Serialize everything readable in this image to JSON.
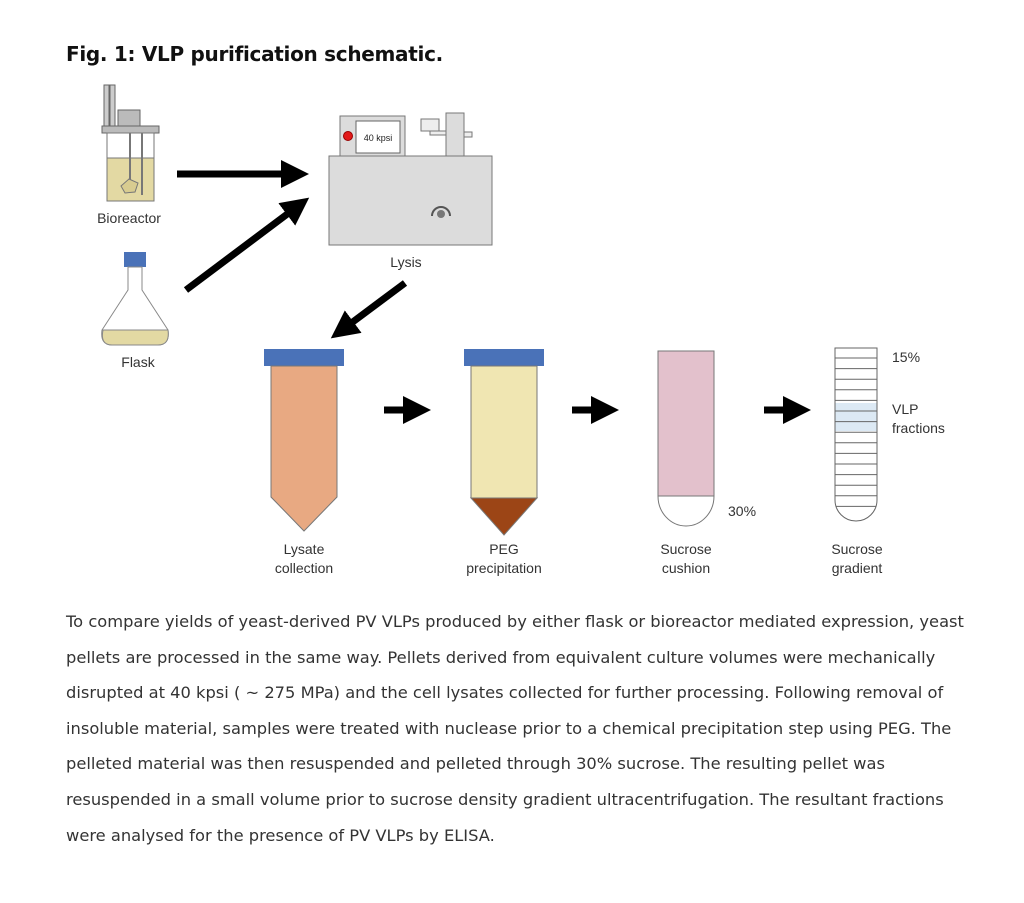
{
  "figure": {
    "title": "Fig. 1: VLP purification schematic.",
    "labels": {
      "bioreactor": "Bioreactor",
      "flask": "Flask",
      "lysis": "Lysis",
      "pressure_display": "40 kpsi",
      "lysate_1": "Lysate",
      "lysate_2": "collection",
      "peg_1": "PEG",
      "peg_2": "precipitation",
      "cushion_1": "Sucrose",
      "cushion_2": "cushion",
      "gradient_1": "Sucrose",
      "gradient_2": "gradient",
      "cushion_pct": "30%",
      "gradient_top_pct": "15%",
      "vlp_1": "VLP",
      "vlp_2": "fractions"
    },
    "colors": {
      "cap": "#4a72b8",
      "lysate": "#e8a982",
      "peg": "#f0e6b2",
      "pellet": "#9c4516",
      "cushion": "#e3c1cc",
      "vlp_band": "#dce9f4",
      "machine": "#dcdcdc",
      "culture": "#e3d9a3"
    }
  },
  "caption": "To compare yields of yeast-derived PV VLPs produced by either flask or bioreactor mediated expression, yeast pellets are processed in the same way. Pellets derived from equivalent culture volumes were mechanically disrupted at 40 kpsi ( ~ 275 MPa) and the cell lysates collected for further processing. Following removal of insoluble material, samples were treated with nuclease prior to a chemical precipitation step using PEG. The pelleted material was then resuspended and pelleted through 30% sucrose. The resulting pellet was resuspended in a small volume prior to sucrose density gradient ultracentrifugation. The resultant fractions were analysed for the presence of PV VLPs by ELISA."
}
